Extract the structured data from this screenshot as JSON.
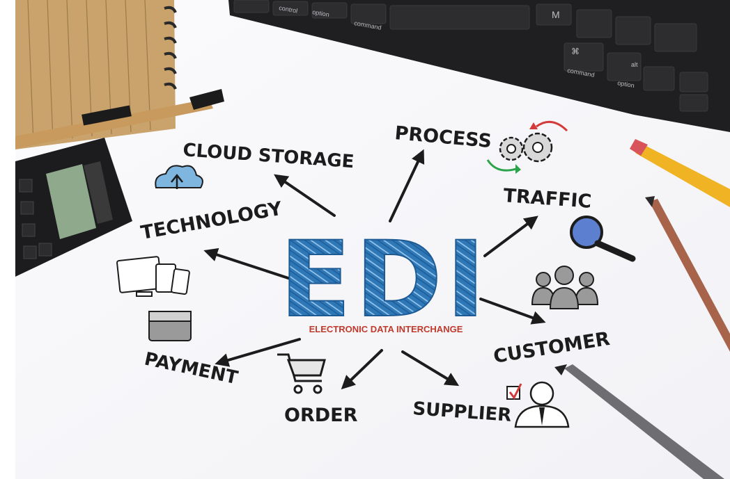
{
  "center": {
    "title": "EDI",
    "subtitle": "ELECTRONIC DATA INTERCHANGE"
  },
  "labels": {
    "process": "PROCESS",
    "cloud_storage": "CLOUD STORAGE",
    "traffic": "TRAFFIC",
    "technology": "TECHNOLOGY",
    "customer": "CUSTOMER",
    "payment": "PAYMENT",
    "order": "ORDER",
    "supplier": "SUPPLIER"
  },
  "keyboard": {
    "keys": {
      "control": "control",
      "option": "option",
      "command_left": "command",
      "m": "M",
      "cmd_symbol": "⌘",
      "command_right": "command",
      "alt": "alt",
      "option_right": "option"
    }
  },
  "colors": {
    "edi_blue": "#2f78b7",
    "subtitle_red": "#c0392b",
    "ink": "#1c1c1c",
    "cloud_blue": "#7fb6e0",
    "arrow_green": "#2aa34a",
    "arrow_red": "#d43a3a"
  }
}
